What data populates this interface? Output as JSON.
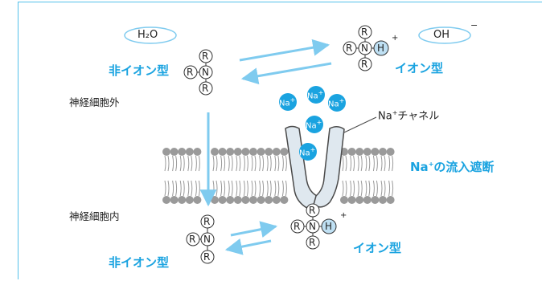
{
  "labels": {
    "water": "H₂O",
    "hydroxide": "OH",
    "hydroxide_charge": "−",
    "nonionic_top": "非イオン型",
    "ionic_top": "イオン型",
    "outside": "神経細胞外",
    "inside": "神経細胞内",
    "channel_prefix": "Na",
    "channel_charge": "+",
    "channel_suffix": "チャネル",
    "block_prefix": "Na",
    "block_charge": "+",
    "block_suffix": "の流入遮断",
    "nonionic_bottom": "非イオン型",
    "ionic_bottom": "イオン型"
  },
  "atoms": {
    "r": "R",
    "n": "N",
    "h": "H",
    "plus": "+"
  },
  "sodium_ions": [
    {
      "label": "Na",
      "charge": "+"
    },
    {
      "label": "Na",
      "charge": "+"
    },
    {
      "label": "Na",
      "charge": "+"
    },
    {
      "label": "Na",
      "charge": "+"
    },
    {
      "label": "Na",
      "charge": "+"
    }
  ],
  "colors": {
    "accent": "#1aa3e0",
    "ion_fill": "#1aa3e0",
    "arrow": "#7fcbef",
    "h_fill": "#bfe0f3",
    "channel_fill": "#dfe8ef",
    "membrane": "#9a9a9a"
  }
}
